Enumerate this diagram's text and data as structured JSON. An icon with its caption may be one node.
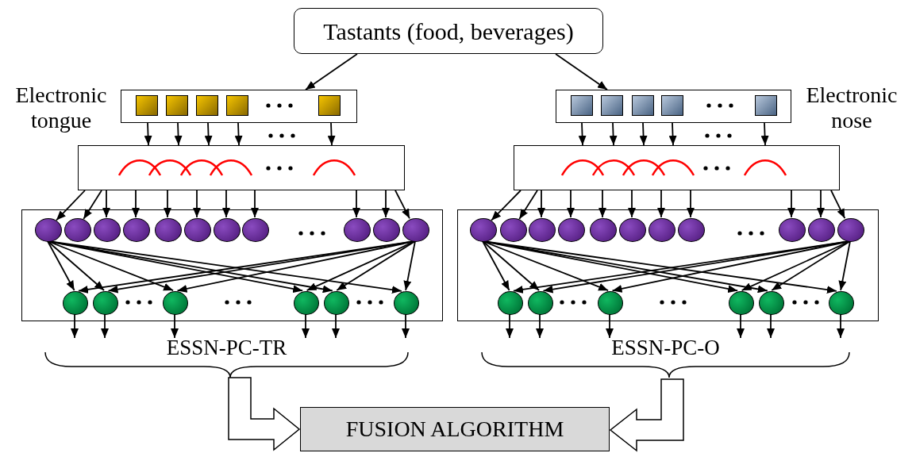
{
  "diagram": {
    "nodes": [
      {
        "text": [
          "Tastants (food, beverages)"
        ]
      },
      {
        "text": [],
        "shape": "box",
        "beside": [
          "Electronic tongue"
        ]
      },
      {
        "text": [],
        "shape": "box",
        "beside": [
          "Electronic nose"
        ]
      },
      {
        "text": [],
        "shape": "box"
      },
      {
        "text": [],
        "shape": "box"
      },
      {
        "text": [],
        "shape": "box",
        "beside": [
          "ESSN-PC-TR"
        ]
      },
      {
        "text": [],
        "shape": "circle",
        "in": 5
      },
      {
        "text": [],
        "shape": "circle",
        "in": 5
      },
      {
        "text": [],
        "shape": "circle",
        "in": 5
      },
      {
        "text": [],
        "shape": "circle",
        "in": 5
      },
      {
        "text": [],
        "shape": "circle",
        "in": 5
      },
      {
        "text": [],
        "shape": "circle",
        "in": 5
      },
      {
        "text": [],
        "shape": "circle",
        "in": 5
      },
      {
        "text": [],
        "shape": "circle",
        "in": 5
      },
      {
        "text": [],
        "shape": "circle",
        "in": 5
      },
      {
        "text": [],
        "shape": "circle",
        "in": 5
      },
      {
        "text": [],
        "shape": "circle",
        "in": 5
      },
      {
        "text": [],
        "shape": "circle",
        "in": 5
      },
      {
        "text": [],
        "shape": "circle",
        "in": 5
      },
      {
        "text": [],
        "shape": "circle",
        "in": 5
      },
      {
        "text": [],
        "shape": "circle",
        "in": 5
      },
      {
        "text": [],
        "shape": "circle",
        "in": 5
      },
      {
        "text": [],
        "shape": "circle",
        "in": 5
      },
      {
        "text": [],
        "shape": "box",
        "beside": [
          "ESSN-PC-O"
        ]
      },
      {
        "text": [],
        "shape": "circle",
        "in": 23
      },
      {
        "text": [],
        "shape": "circle",
        "in": 23
      },
      {
        "text": [],
        "shape": "circle",
        "in": 23
      },
      {
        "text": [],
        "shape": "circle",
        "in": 23
      },
      {
        "text": [],
        "shape": "circle",
        "in": 23
      },
      {
        "text": [],
        "shape": "circle",
        "in": 23
      },
      {
        "text": [],
        "shape": "circle",
        "in": 23
      },
      {
        "text": [],
        "shape": "circle",
        "in": 23
      },
      {
        "text": [],
        "shape": "circle",
        "in": 23
      },
      {
        "text": [],
        "shape": "circle",
        "in": 23
      },
      {
        "text": [],
        "shape": "circle",
        "in": 23
      },
      {
        "text": [],
        "shape": "circle",
        "in": 23
      },
      {
        "text": [],
        "shape": "circle",
        "in": 23
      },
      {
        "text": [],
        "shape": "circle",
        "in": 23
      },
      {
        "text": [],
        "shape": "circle",
        "in": 23
      },
      {
        "text": [],
        "shape": "circle",
        "in": 23
      },
      {
        "text": [],
        "shape": "circle",
        "in": 23
      },
      {
        "text": [
          "FUSION ALGORITHM"
        ]
      }
    ],
    "edges": [
      {
        "from": 0,
        "to": 1,
        "arrow": "to"
      },
      {
        "from": 0,
        "to": 2,
        "arrow": "to"
      },
      {
        "from": 1,
        "to": 3,
        "arrow": "to"
      },
      {
        "from": 1,
        "to": 3,
        "arrow": "to"
      },
      {
        "from": 1,
        "to": 3,
        "arrow": "to"
      },
      {
        "from": 1,
        "to": 3,
        "arrow": "to"
      },
      {
        "from": 1,
        "to": 3,
        "arrow": "to"
      },
      {
        "from": 2,
        "to": 4,
        "arrow": "to"
      },
      {
        "from": 2,
        "to": 4,
        "arrow": "to"
      },
      {
        "from": 2,
        "to": 4,
        "arrow": "to"
      },
      {
        "from": 2,
        "to": 4,
        "arrow": "to"
      },
      {
        "from": 2,
        "to": 4,
        "arrow": "to"
      },
      {
        "from": 3,
        "to": 6,
        "arrow": "to"
      },
      {
        "from": 3,
        "to": 7,
        "arrow": "to"
      },
      {
        "from": 3,
        "to": 8,
        "arrow": "to"
      },
      {
        "from": 3,
        "to": 9,
        "arrow": "to"
      },
      {
        "from": 3,
        "to": 10,
        "arrow": "to"
      },
      {
        "from": 3,
        "to": 11,
        "arrow": "to"
      },
      {
        "from": 3,
        "to": 12,
        "arrow": "to"
      },
      {
        "from": 3,
        "to": 13,
        "arrow": "to"
      },
      {
        "from": 3,
        "to": 14,
        "arrow": "to"
      },
      {
        "from": 3,
        "to": 15,
        "arrow": "to"
      },
      {
        "from": 3,
        "to": 16,
        "arrow": "to"
      },
      {
        "from": 4,
        "to": 24,
        "arrow": "to"
      },
      {
        "from": 4,
        "to": 25,
        "arrow": "to"
      },
      {
        "from": 4,
        "to": 26,
        "arrow": "to"
      },
      {
        "from": 4,
        "to": 27,
        "arrow": "to"
      },
      {
        "from": 4,
        "to": 28,
        "arrow": "to"
      },
      {
        "from": 4,
        "to": 29,
        "arrow": "to"
      },
      {
        "from": 4,
        "to": 30,
        "arrow": "to"
      },
      {
        "from": 4,
        "to": 31,
        "arrow": "to"
      },
      {
        "from": 4,
        "to": 32,
        "arrow": "to"
      },
      {
        "from": 4,
        "to": 33,
        "arrow": "to"
      },
      {
        "from": 4,
        "to": 34,
        "arrow": "to"
      },
      {
        "from": 6,
        "to": 17,
        "arrow": "to"
      },
      {
        "from": 6,
        "to": 18,
        "arrow": "to"
      },
      {
        "from": 6,
        "to": 19,
        "arrow": "to"
      },
      {
        "from": 6,
        "to": 20,
        "arrow": "to"
      },
      {
        "from": 6,
        "to": 21,
        "arrow": "to"
      },
      {
        "from": 6,
        "to": 22,
        "arrow": "to"
      },
      {
        "from": 16,
        "to": 17,
        "arrow": "to"
      },
      {
        "from": 16,
        "to": 18,
        "arrow": "to"
      },
      {
        "from": 16,
        "to": 19,
        "arrow": "to"
      },
      {
        "from": 16,
        "to": 20,
        "arrow": "to"
      },
      {
        "from": 16,
        "to": 21,
        "arrow": "to"
      },
      {
        "from": 16,
        "to": 22,
        "arrow": "to"
      },
      {
        "from": 24,
        "to": 35,
        "arrow": "to"
      },
      {
        "from": 24,
        "to": 36,
        "arrow": "to"
      },
      {
        "from": 24,
        "to": 37,
        "arrow": "to"
      },
      {
        "from": 24,
        "to": 38,
        "arrow": "to"
      },
      {
        "from": 24,
        "to": 39,
        "arrow": "to"
      },
      {
        "from": 24,
        "to": 40,
        "arrow": "to"
      },
      {
        "from": 34,
        "to": 35,
        "arrow": "to"
      },
      {
        "from": 34,
        "to": 36,
        "arrow": "to"
      },
      {
        "from": 34,
        "to": 37,
        "arrow": "to"
      },
      {
        "from": 34,
        "to": 38,
        "arrow": "to"
      },
      {
        "from": 34,
        "to": 39,
        "arrow": "to"
      },
      {
        "from": 34,
        "to": 40,
        "arrow": "to"
      },
      {
        "from": 17,
        "to": null,
        "arrow": "to"
      },
      {
        "from": 18,
        "to": null,
        "arrow": "to"
      },
      {
        "from": 19,
        "to": null,
        "arrow": "to"
      },
      {
        "from": 20,
        "to": null,
        "arrow": "to"
      },
      {
        "from": 21,
        "to": null,
        "arrow": "to"
      },
      {
        "from": 22,
        "to": null,
        "arrow": "to"
      },
      {
        "from": 35,
        "to": null,
        "arrow": "to"
      },
      {
        "from": 36,
        "to": null,
        "arrow": "to"
      },
      {
        "from": 37,
        "to": null,
        "arrow": "to"
      },
      {
        "from": 38,
        "to": null,
        "arrow": "to"
      },
      {
        "from": 39,
        "to": null,
        "arrow": "to"
      },
      {
        "from": 40,
        "to": null,
        "arrow": "to"
      },
      {
        "from": 5,
        "to": 41,
        "arrow": "to"
      },
      {
        "from": 23,
        "to": 41,
        "arrow": "to"
      }
    ]
  }
}
